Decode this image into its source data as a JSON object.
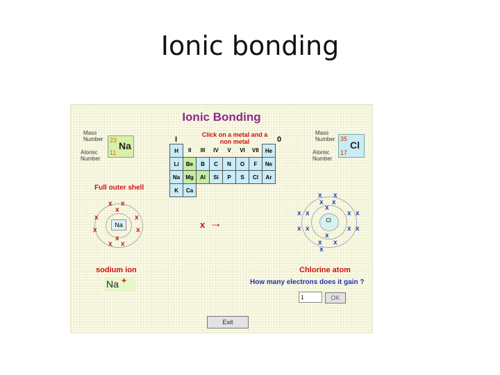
{
  "slide": {
    "title": "Ionic bonding"
  },
  "app": {
    "heading": "Ionic Bonding",
    "instruction_line1": "Click on  a metal and a",
    "instruction_line2": "non metal",
    "group_I": "I",
    "group_0": "0",
    "sodium": {
      "symbol": "Na",
      "mass_number": "23",
      "atomic_number": "11",
      "mass_label_1": "Mass",
      "mass_label_2": "Number",
      "atomic_label_1": "Atomic",
      "atomic_label_2": "Number"
    },
    "chlorine": {
      "symbol": "Cl",
      "mass_number": "35",
      "atomic_number": "17",
      "mass_label_1": "Mass",
      "mass_label_2": "Number",
      "atomic_label_1": "Atomic",
      "atomic_label_2": "Number"
    },
    "full_outer_shell": "Full outer shell",
    "transfer_x": "x",
    "arrow": "→",
    "nucleus_na": "Na",
    "nucleus_cl": "Cl",
    "sodium_ion_label": "sodium ion",
    "ion_symbol": "Na",
    "ion_charge": "+",
    "chlorine_atom_label": "Chlorine atom",
    "question": "How many electrons does it gain ?",
    "answer_value": "1",
    "ok_label": "OK",
    "exit_label": "Exit",
    "periodic_table": {
      "row_headers": [
        "I",
        "II",
        "III",
        "IV",
        "V",
        "VI",
        "VII",
        "He"
      ],
      "rows": [
        [
          "H",
          "II",
          "III",
          "IV",
          "V",
          "VI",
          "VII",
          "He"
        ],
        [
          "Li",
          "Be",
          "B",
          "C",
          "N",
          "O",
          "F",
          "Ne"
        ],
        [
          "Na",
          "Mg",
          "Al",
          "Si",
          "P",
          "S",
          "Cl",
          "Ar"
        ],
        [
          "K",
          "Ca"
        ]
      ]
    }
  }
}
